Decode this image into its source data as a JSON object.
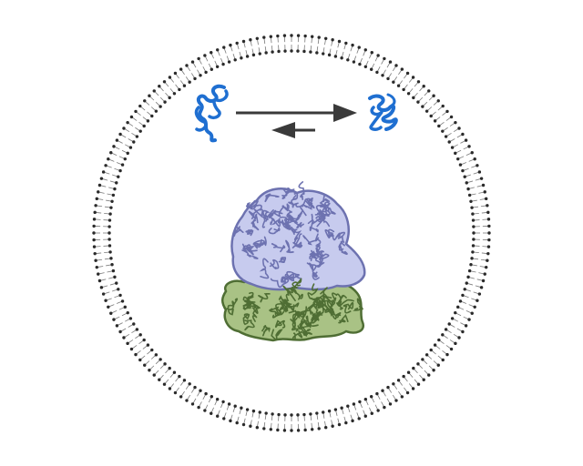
{
  "figure": {
    "background": "#ffffff",
    "membrane": {
      "shape": "circular lipid bilayer vesicle",
      "head_color": "#2a2a2a",
      "tail_color": "#7a7a7a",
      "lipid_count": 180
    },
    "peptides": [
      {
        "name": "unfolded-peptide",
        "state": "unfolded",
        "color": "#1f6fd1"
      },
      {
        "name": "folded-peptide",
        "state": "folded",
        "color": "#1f6fd1"
      }
    ],
    "equilibrium_arrows": {
      "forward": {
        "direction": "right",
        "color": "#3a3a3a"
      },
      "reverse": {
        "direction": "left",
        "color": "#3a3a3a"
      }
    },
    "ribosome": {
      "large_subunit_color": "#9aa0d8",
      "large_subunit_outline": "#6d72b0",
      "small_subunit_color": "#7fa05a",
      "small_subunit_outline": "#4f6e34"
    }
  }
}
